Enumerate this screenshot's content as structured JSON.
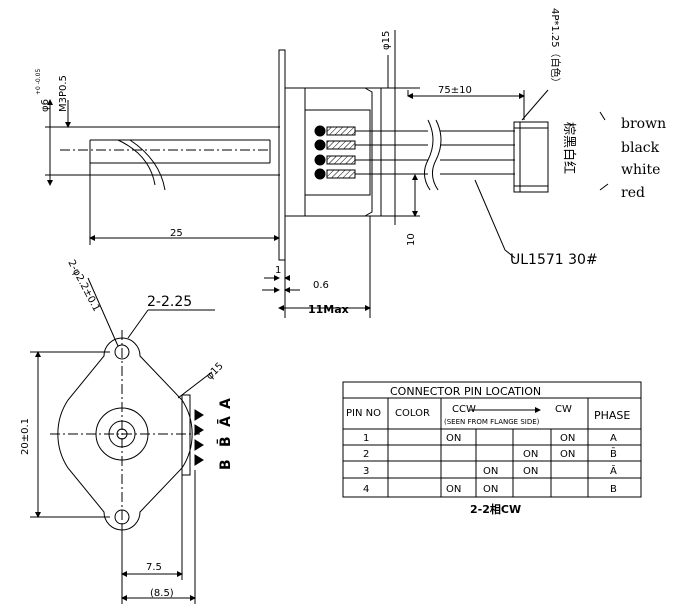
{
  "side_view": {
    "dim_phi15": "φ15",
    "dim_shaft_dia": "φ6",
    "dim_shaft_tol": "+0 -0.05",
    "dim_thread": "M3P0.5",
    "dim_25": "25",
    "dim_1": "1",
    "dim_0_6": "0.6",
    "dim_11max": "11Max",
    "dim_10": "10",
    "dim_75": "75±10",
    "connector_spec": "4P*1.25（白色）",
    "wire_colors_cn": "棕黑白红",
    "wire_spec": "UL1571 30#",
    "wire_colors": [
      "brown",
      "black",
      "white",
      "red"
    ]
  },
  "front_view": {
    "dim_holes": "2-φ2.2±0.1",
    "dim_section": "2-2.25",
    "dim_phi15": "φ15",
    "dim_20": "20±0.1",
    "dim_7_5": "7.5",
    "dim_8_5": "(8.5)",
    "phase_labels": [
      "B",
      "B̄",
      "Ā",
      "A"
    ]
  },
  "pin_table": {
    "title": "CONNECTOR PIN LOCATION",
    "headers": {
      "pin_no": "PIN NO",
      "color": "COLOR",
      "ccw": "CCW",
      "cw": "CW",
      "seen_from": "(SEEN FROM FLANGE SIDE)",
      "phase": "PHASE"
    },
    "rows": [
      {
        "pin": "1",
        "color": "",
        "c1": "ON",
        "c2": "",
        "c3": "",
        "c4": "ON",
        "phase": "A"
      },
      {
        "pin": "2",
        "color": "",
        "c1": "",
        "c2": "",
        "c3": "ON",
        "c4": "ON",
        "phase": "B̄"
      },
      {
        "pin": "3",
        "color": "",
        "c1": "",
        "c2": "ON",
        "c3": "ON",
        "c4": "",
        "phase": "Ā"
      },
      {
        "pin": "4",
        "color": "",
        "c1": "ON",
        "c2": "ON",
        "c3": "",
        "c4": "",
        "phase": "B"
      }
    ],
    "caption": "2-2相CW"
  }
}
